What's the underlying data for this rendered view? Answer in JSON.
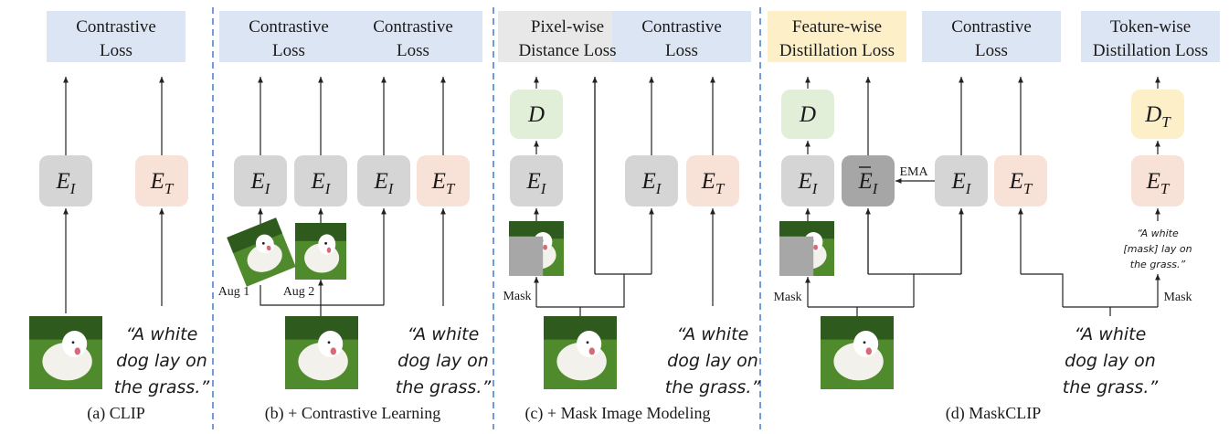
{
  "colors": {
    "loss_blue": "#dce5f3",
    "loss_gray": "#e8e8e8",
    "loss_yellow": "#fdf0c8",
    "encoder_image": "#d5d5d5",
    "encoder_text": "#f8e2d8",
    "decoder": "#e1eed8",
    "decoder_text": "#fdf0c8",
    "momentum_encoder": "#a6a6a6",
    "divider": "#3a6fc7",
    "patch_mask": "#a7a7a7",
    "grass": "#4f8a2c",
    "dog": "#f3f1ec"
  },
  "losses": {
    "contrastive": [
      "Contrastive",
      "Loss"
    ],
    "pixel_distance": [
      "Pixel-wise",
      "Distance Loss"
    ],
    "feature_distill": [
      "Feature-wise",
      "Distillation Loss"
    ],
    "token_distill": [
      "Token-wise",
      "Distillation Loss"
    ]
  },
  "encoders": {
    "image": {
      "main": "E",
      "sub": "I"
    },
    "text": {
      "main": "E",
      "sub": "T"
    },
    "momentum": {
      "main": "E",
      "sub": "I"
    },
    "decoder": {
      "main": "D"
    },
    "text_decoder": {
      "main": "D",
      "sub": "T"
    }
  },
  "labels": {
    "ema": "EMA",
    "aug1": "Aug 1",
    "aug2": "Aug 2",
    "mask": "Mask"
  },
  "quote_lines": [
    "“A white",
    "dog lay on",
    "the grass.”"
  ],
  "masked_quote_lines": [
    "“A white",
    "[mask] lay on",
    "the grass.”"
  ],
  "captions": {
    "a": "(a) CLIP",
    "b": "(b) + Contrastive Learning",
    "c": "(c) + Mask Image Modeling",
    "d": "(d) MaskCLIP"
  },
  "icons": {
    "dog_photo": "dog-photo-icon",
    "masked_dog_photo": "masked-dog-photo-icon",
    "augmented_dog_photo": "augmented-dog-photo-icon"
  }
}
